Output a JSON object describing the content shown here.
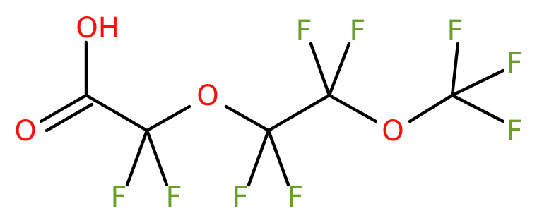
{
  "colors": {
    "background": "#ffffff",
    "bond": "#000000",
    "oxygen": "#ff0d0d",
    "fluorine": "#6a9f2c"
  },
  "atoms": {
    "oh": "OH",
    "o_carbonyl": "O",
    "o_ether1": "O",
    "o_ether2": "O",
    "f1": "F",
    "f2": "F",
    "f3": "F",
    "f4": "F",
    "f5": "F",
    "f6": "F",
    "f7": "F",
    "f8": "F",
    "f9": "F"
  }
}
